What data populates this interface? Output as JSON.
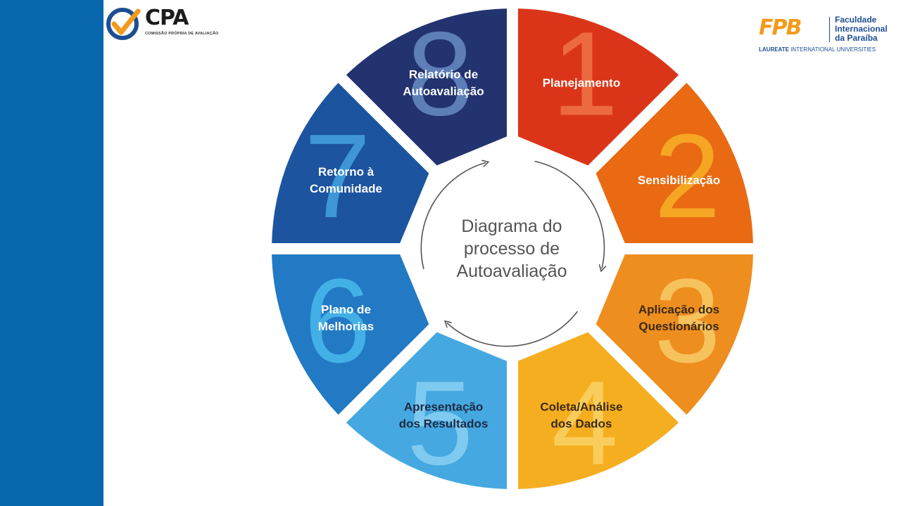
{
  "logo_left": {
    "text": "CPA",
    "subtitle": "COMISSÃO PRÓPRIA DE AVALIAÇÃO"
  },
  "logo_right": {
    "mark": "FPB",
    "name_lines": [
      "Faculdade",
      "Internacional",
      "da Paraíba"
    ],
    "laureate_bold": "LAUREATE",
    "laureate_rest": " INTERNATIONAL UNIVERSITIES"
  },
  "diagram": {
    "center_lines": [
      "Diagrama do",
      "processo de",
      "Autoavaliação"
    ],
    "steps": [
      {
        "number": "1",
        "lines": [
          "Planejamento"
        ],
        "color": "#db3519",
        "digit_color": "#ec6a3f",
        "text_color": "#ffffff"
      },
      {
        "number": "2",
        "lines": [
          "Sensibilização"
        ],
        "color": "#e96a12",
        "digit_color": "#f5a623",
        "text_color": "#ffffff"
      },
      {
        "number": "3",
        "lines": [
          "Aplicação dos",
          "Questionários"
        ],
        "color": "#ee8e1f",
        "digit_color": "#f6c25b",
        "text_color": "#3a2a12"
      },
      {
        "number": "4",
        "lines": [
          "Coleta/Análise",
          "dos Dados"
        ],
        "color": "#f6ae21",
        "digit_color": "#f9cd5c",
        "text_color": "#3a2a12"
      },
      {
        "number": "5",
        "lines": [
          "Apresentação",
          "dos Resultados"
        ],
        "color": "#46a8e0",
        "digit_color": "#7fcaf0",
        "text_color": "#1b2a44"
      },
      {
        "number": "6",
        "lines": [
          "Plano de",
          "Melhorias"
        ],
        "color": "#2279c4",
        "digit_color": "#42b0e6",
        "text_color": "#ffffff"
      },
      {
        "number": "7",
        "lines": [
          "Retorno à",
          "Comunidade"
        ],
        "color": "#1c54a0",
        "digit_color": "#3f96d6",
        "text_color": "#ffffff"
      },
      {
        "number": "8",
        "lines": [
          "Relatório de",
          "Autoavaliação"
        ],
        "color": "#23336f",
        "digit_color": "#5d7eb6",
        "text_color": "#ffffff"
      }
    ]
  }
}
